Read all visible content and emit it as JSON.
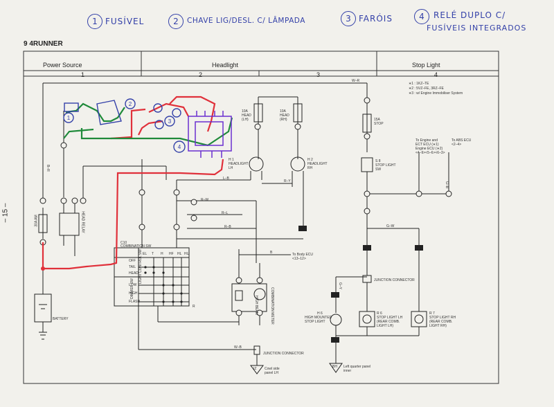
{
  "legend": {
    "items": [
      {
        "num": "1",
        "text": "FUSÍVEL"
      },
      {
        "num": "2",
        "text": "CHAVE LIG/DESL. C/ LÂMPADA"
      },
      {
        "num": "3",
        "text": "FARÓIS"
      },
      {
        "num": "4",
        "text": "RELÉ DUPLO C/"
      }
    ],
    "item4_line2": "FUSÍVEIS INTEGRADOS"
  },
  "page": {
    "title": "9  4RUNNER",
    "side_number": "– 15 –"
  },
  "sections": {
    "power_source": "Power Source",
    "headlight": "Headlight",
    "stop_light": "Stop Light"
  },
  "columns": [
    "1",
    "2",
    "3",
    "4"
  ],
  "notes": [
    "∗1 : 1KZ–TE",
    "∗2 : 5VZ–FE, 3RZ–FE",
    "∗3 : w/ Engine Immobiliser System"
  ],
  "components": {
    "battery": "BATTERY",
    "fl_fuse": "30A AM",
    "head_relay": "HEAD RELAY",
    "head_lh_fuse": [
      "10A",
      "HEAD",
      "(LH)"
    ],
    "head_rh_fuse": [
      "10A",
      "HEAD",
      "(RH)"
    ],
    "stop_fuse": [
      "15A",
      "STOP"
    ],
    "headlight_lh": [
      "H 1",
      "HEADLIGHT",
      "LH"
    ],
    "headlight_rh": [
      "H 2",
      "HEADLIGHT",
      "RH"
    ],
    "stop_light_sw": [
      "S 8",
      "STOP LIGHT",
      "SW"
    ],
    "combination_sw_id": "C10",
    "combination_sw": "COMBINATION SW",
    "comb_sw_headers": [
      "EL",
      "T",
      "H",
      "HF",
      "HL",
      "HU"
    ],
    "light_control_sw": "LIGHT CONTROL SW",
    "dimmer_sw": "DIMMER SW",
    "comb_sw_rows": [
      "OFF",
      "TAIL",
      "HEAD",
      "LOW",
      "HIGH",
      "FLASH"
    ],
    "comb_meter": "COMBINATION METER",
    "high_beam": "HIGH BEAM",
    "junction_connector": "JUNCTION CONNECTOR",
    "to_body_ecu": "To Body ECU",
    "to_body_ecu_ref": "<13–12>",
    "to_engine_ecu": [
      "To Engine and",
      "ECT ECU (∗1)",
      "Engine ECU (∗2)",
      "<4–9><5–6><6–3>"
    ],
    "to_abs_ecu": [
      "To ABS ECU",
      "<2–4>"
    ],
    "hi_mounted_stop": [
      "H 6",
      "HIGH MOUNTED",
      "STOP LIGHT"
    ],
    "stop_light_lh": [
      "R 6",
      "STOP LIGHT LH",
      "(REAR COMB.",
      "LIGHT LH)"
    ],
    "stop_light_rh": [
      "R 7",
      "STOP LIGHT RH",
      "(REAR COMB.",
      "LIGHT RH)"
    ],
    "ground_iz": [
      "IZ",
      "Cowl side",
      "panel LH"
    ],
    "ground_bh": [
      "BH",
      "Left quarter panel",
      "inner"
    ]
  },
  "wire_labels": [
    "W–R",
    "B–R",
    "L–B",
    "R–Y",
    "R",
    "B",
    "G–W",
    "W–B",
    "R–L",
    "R–B",
    "G–Y",
    "R–W",
    "G–B"
  ],
  "colors": {
    "annotation_blue": "#3340a8",
    "marker_red": "#e0303a",
    "marker_green": "#1f8a3a",
    "marker_purple": "#6a2fd0"
  }
}
